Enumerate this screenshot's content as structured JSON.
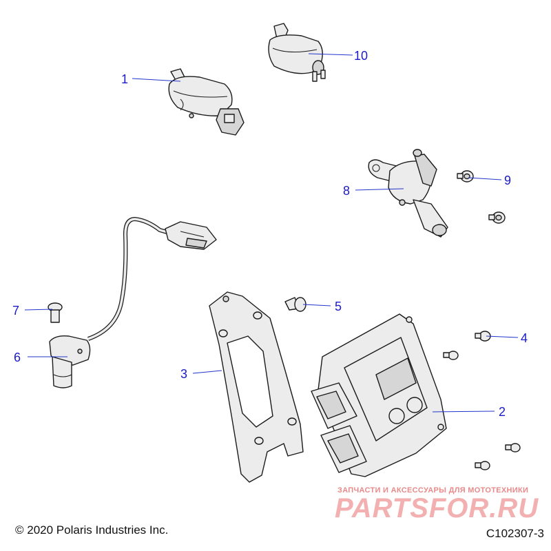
{
  "callouts": [
    {
      "id": "1",
      "label": "1"
    },
    {
      "id": "2",
      "label": "2"
    },
    {
      "id": "3",
      "label": "3"
    },
    {
      "id": "4",
      "label": "4"
    },
    {
      "id": "5",
      "label": "5"
    },
    {
      "id": "6",
      "label": "6"
    },
    {
      "id": "7",
      "label": "7"
    },
    {
      "id": "8",
      "label": "8"
    },
    {
      "id": "9",
      "label": "9"
    },
    {
      "id": "10",
      "label": "10"
    }
  ],
  "footer": {
    "copyright": "© 2020 Polaris Industries Inc.",
    "drawing_code": "C102307-3"
  },
  "watermark": {
    "subtitle": "ЗАПЧАСТИ И АКСЕССУАРЫ ДЛЯ МОТОТЕХНИКИ",
    "brand": "PARTSFOR.RU"
  },
  "colors": {
    "callout": "#1a1acc",
    "leader": "#2233cc",
    "watermark": "#f3b0b0"
  }
}
